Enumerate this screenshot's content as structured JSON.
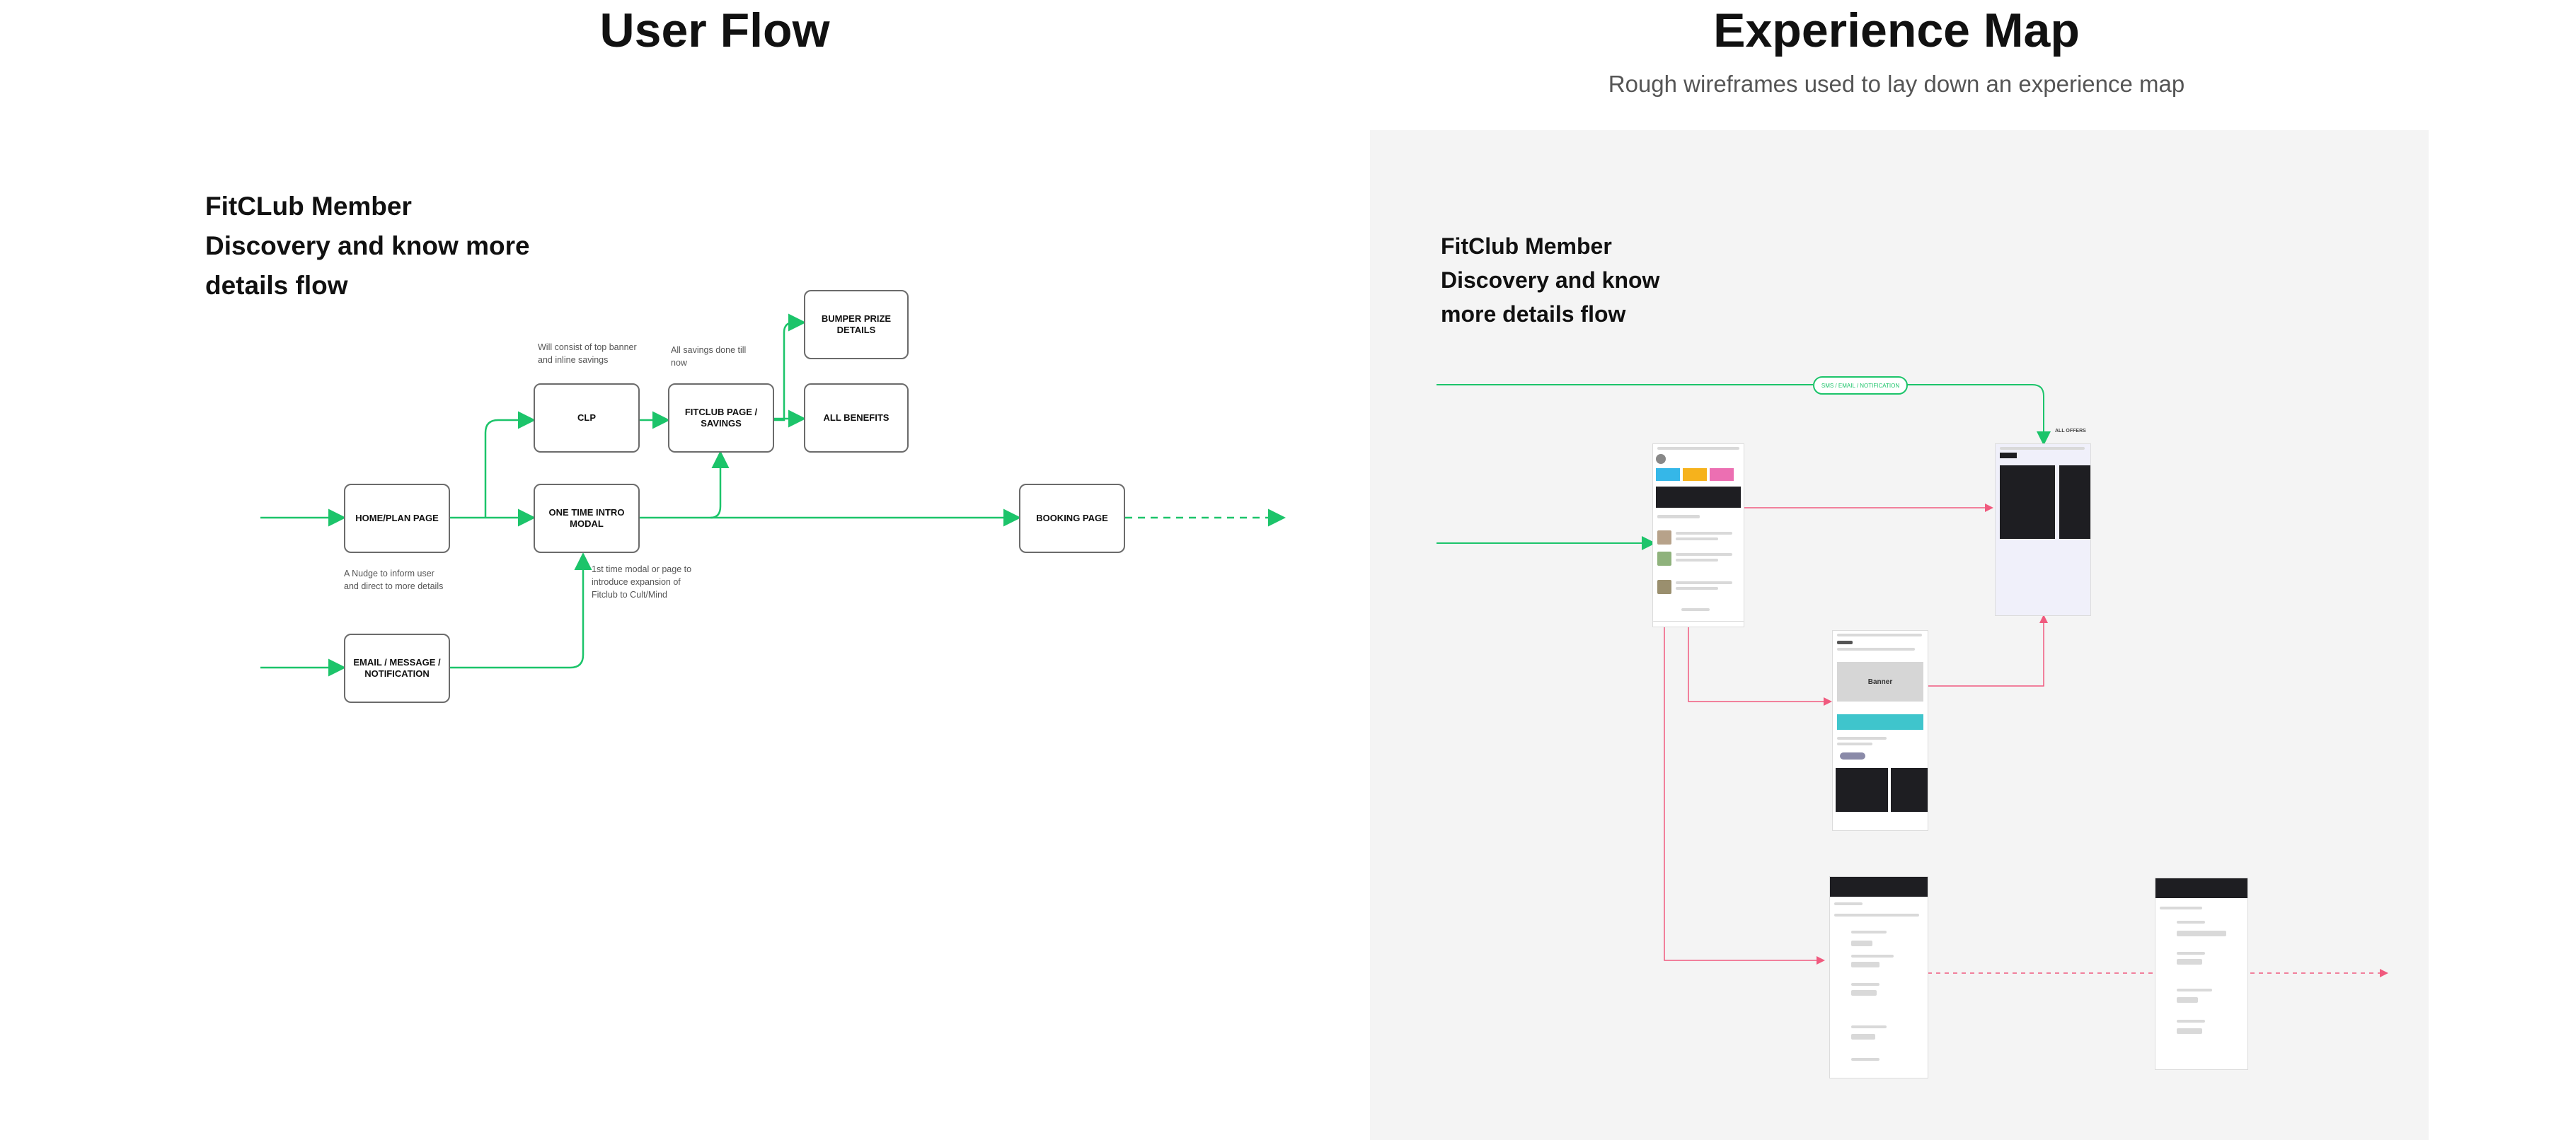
{
  "user_flow": {
    "title": "User Flow",
    "flow_title_lines": [
      "FitCLub Member",
      "Discovery and know more",
      "details flow"
    ],
    "nodes": {
      "home": "HOME/PLAN PAGE",
      "email": "EMAIL / MESSAGE / NOTIFICATION",
      "clp": "CLP",
      "intro": "ONE TIME INTRO MODAL",
      "fitclub": "FITCLUB PAGE / SAVINGS",
      "bumper": "BUMPER PRIZE DETAILS",
      "benefits": "ALL BENEFITS",
      "booking": "BOOKING PAGE"
    },
    "notes": {
      "clp": "Will consist of top banner and inline savings",
      "savings": "All savings done till now",
      "nudge": "A Nudge to inform user and direct to more details",
      "intro": "1st time modal or page to introduce expansion of Fitclub to Cult/Mind"
    },
    "line_color": "#1cc46a"
  },
  "experience_map": {
    "title": "Experience Map",
    "subtitle": "Rough wireframes used to lay down an experience map",
    "flow_title_lines": [
      "FitClub Member",
      "Discovery and know",
      "more details flow"
    ],
    "pill_label": "SMS / EMAIL / NOTIFICATION",
    "offers_label": "ALL OFFERS",
    "banner_label": "Banner",
    "link_color": "#f05a7e",
    "panel_color": "#f4f4f4"
  }
}
